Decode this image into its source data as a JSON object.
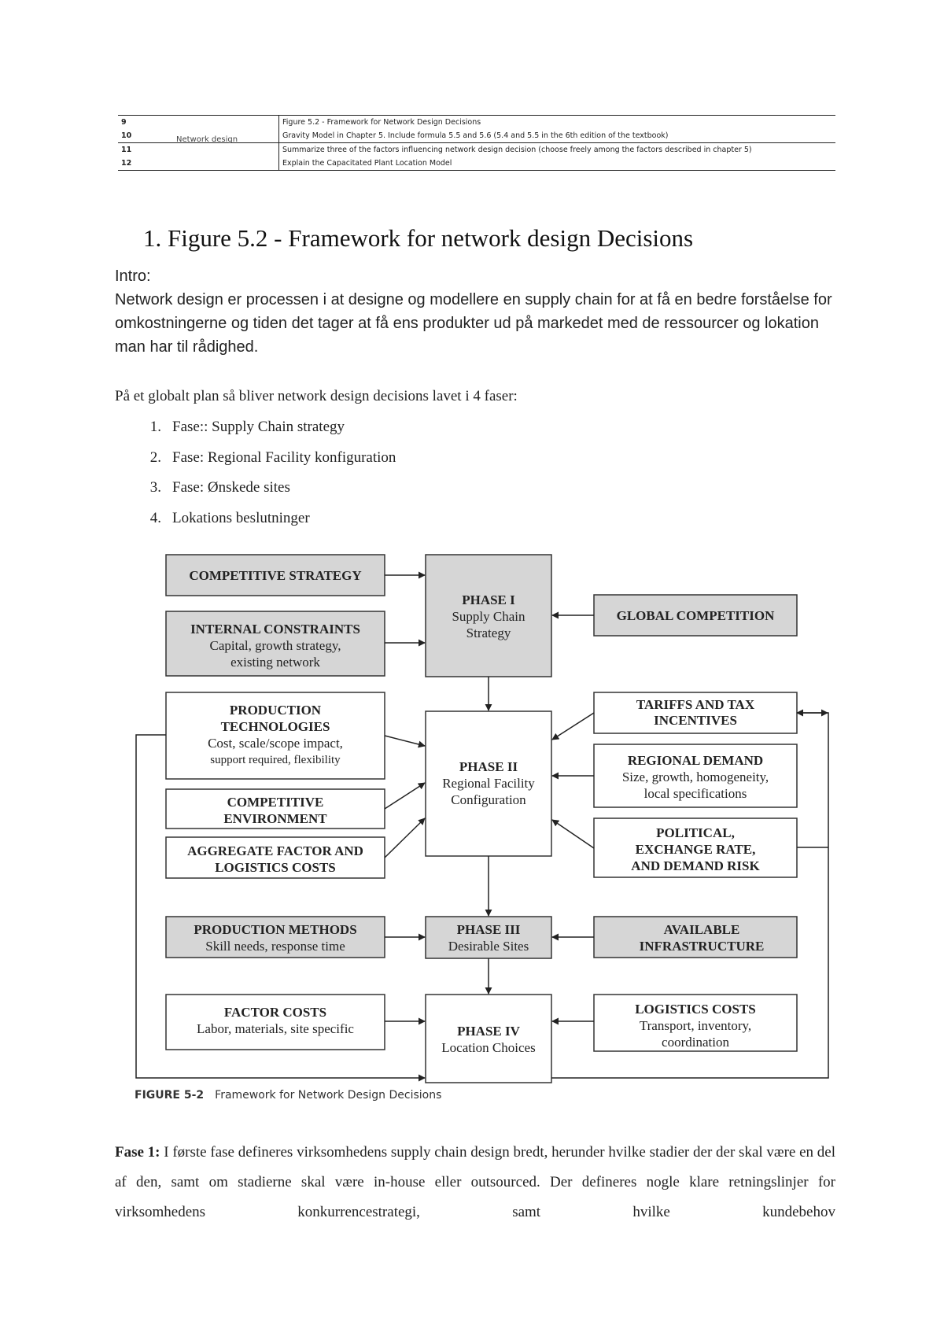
{
  "top_table": {
    "category": "Network design",
    "rows": [
      {
        "num": "9",
        "desc": "Figure 5.2 - Framework for Network Design Decisions"
      },
      {
        "num": "10",
        "desc": "Gravity Model in Chapter 5. Include formula 5.5 and 5.6 (5.4 and 5.5 in the 6th edition of the textbook)"
      },
      {
        "num": "11",
        "desc": "Summarize three of the factors influencing network design decision (choose freely among the factors described in chapter 5)"
      },
      {
        "num": "12",
        "desc": "Explain the Capacitated Plant Location Model"
      }
    ]
  },
  "heading": "1. Figure 5.2 - Framework for network design Decisions",
  "intro_label": "Intro:",
  "intro_text": "Network design er processen i at designe og modellere en supply chain for at få en bedre forståelse for omkostningerne og tiden det tager at få ens produkter ud på markedet med de ressourcer og lokation man har til rådighed.",
  "globalt": "På et globalt plan så bliver network design decisions lavet i 4 faser:",
  "phases": [
    {
      "num": "1.",
      "text": "Fase:: Supply Chain strategy"
    },
    {
      "num": "2.",
      "text": "Fase: Regional Facility konfiguration"
    },
    {
      "num": "3.",
      "text": "Fase: Ønskede sites"
    },
    {
      "num": "4.",
      "text": "Lokations beslutninger"
    }
  ],
  "figure": {
    "competitive_strategy": "COMPETITIVE STRATEGY",
    "internal_constraints": "INTERNAL CONSTRAINTS",
    "internal_constraints_sub1": "Capital, growth strategy,",
    "internal_constraints_sub2": "existing network",
    "phase1_title": "PHASE I",
    "phase1_sub1": "Supply Chain",
    "phase1_sub2": "Strategy",
    "global_competition": "GLOBAL COMPETITION",
    "production_technologies_1": "PRODUCTION",
    "production_technologies_2": "TECHNOLOGIES",
    "production_technologies_sub1": "Cost, scale/scope impact,",
    "production_technologies_sub2": "support required, flexibility",
    "tariffs_1": "TARIFFS AND TAX",
    "tariffs_2": "INCENTIVES",
    "phase2_title": "PHASE II",
    "phase2_sub1": "Regional Facility",
    "phase2_sub2": "Configuration",
    "regional_demand": "REGIONAL DEMAND",
    "regional_demand_sub1": "Size, growth, homogeneity,",
    "regional_demand_sub2": "local specifications",
    "competitive_env_1": "COMPETITIVE",
    "competitive_env_2": "ENVIRONMENT",
    "aggregate_1": "AGGREGATE FACTOR AND",
    "aggregate_2": "LOGISTICS COSTS",
    "political_1": "POLITICAL,",
    "political_2": "EXCHANGE RATE,",
    "political_3": "AND DEMAND RISK",
    "production_methods": "PRODUCTION METHODS",
    "production_methods_sub": "Skill needs, response time",
    "phase3_title": "PHASE III",
    "phase3_sub": "Desirable Sites",
    "available_infra_1": "AVAILABLE",
    "available_infra_2": "INFRASTRUCTURE",
    "factor_costs": "FACTOR COSTS",
    "factor_costs_sub": "Labor, materials, site specific",
    "phase4_title": "PHASE IV",
    "phase4_sub": "Location Choices",
    "logistics_costs": "LOGISTICS COSTS",
    "logistics_costs_sub1": "Transport, inventory,",
    "logistics_costs_sub2": "coordination",
    "caption_label": "FIGURE 5-2",
    "caption_text": "Framework for Network Design Decisions"
  },
  "fase1_label": "Fase 1:",
  "fase1_text": " I første fase defineres virksomhedens supply chain design bredt, herunder hvilke stadier der der skal være en del af den, samt om stadierne skal være in-house eller outsourced.  Der defineres nogle klare retningslinjer for virksomhedens konkurrencestrategi, samt  hvilke kundebehov"
}
